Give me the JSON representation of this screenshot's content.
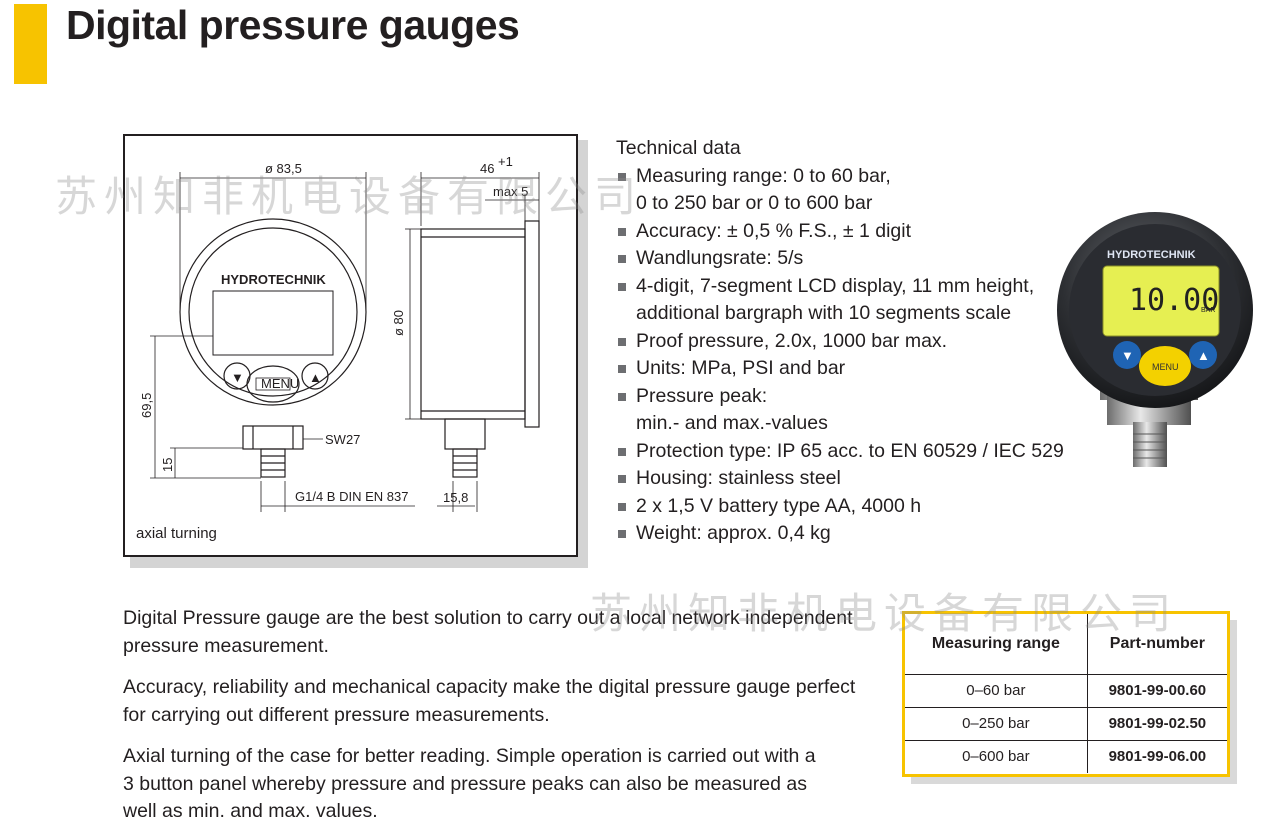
{
  "title": "Digital pressure gauges",
  "drawing": {
    "caption": "axial turning",
    "dims": {
      "diameter_front": "ø 83,5",
      "depth": "46",
      "depth_sup": "+1",
      "max": "max 5",
      "diameter_side": "ø 80",
      "height": "69,5",
      "thread_height": "15",
      "wrench": "SW27",
      "thread": "G1/4 B DIN EN 837",
      "thread_len": "15,8",
      "brand": "HYDROTECHNIK",
      "menu": "MENU"
    }
  },
  "tech": {
    "title": "Technical data",
    "items": [
      "Measuring range: 0 to 60 bar,\n0 to 250 bar or 0 to 600 bar",
      "Accuracy: ± 0,5 % F.S., ± 1 digit",
      "Wandlungsrate: 5/s",
      "4-digit, 7-segment LCD display, 11 mm height,\nadditional bargraph with 10 segments scale",
      "Proof pressure, 2.0x, 1000 bar max.",
      "Units: MPa, PSI and bar",
      "Pressure peak:\nmin.- and max.-values",
      "Protection type: IP 65 acc. to EN 60529 / IEC 529",
      "Housing: stainless steel",
      "2 x 1,5 V battery type AA, 4000 h",
      "Weight: approx. 0,4 kg"
    ]
  },
  "photo": {
    "brand": "HYDROTECHNIK",
    "reading": "10.00",
    "unit": "BAR",
    "menu": "MENU"
  },
  "description": [
    "Digital Pressure gauge are the best solution to carry out a local network independent pressure measurement.",
    "Accuracy, reliability and mechanical capacity make the digital pressure gauge perfect for carrying out different pressure measurements.",
    "Axial turning of the case for better reading. Simple operation is carried out with a 3 button panel whereby pressure and pressure peaks can also be measured as well as min. and max. values."
  ],
  "table": {
    "headers": [
      "Measuring range",
      "Part-number"
    ],
    "rows": [
      [
        "0–60 bar",
        "9801-99-00.60"
      ],
      [
        "0–250 bar",
        "9801-99-02.50"
      ],
      [
        "0–600 bar",
        "9801-99-06.00"
      ]
    ]
  },
  "watermark": "苏州知非机电设备有限公司",
  "colors": {
    "accent": "#f7c300",
    "text": "#231f20",
    "lcd": "#e6ef52",
    "button_blue": "#1f64b4"
  }
}
